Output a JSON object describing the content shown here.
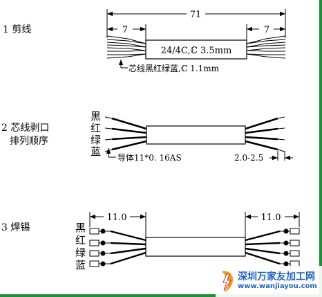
{
  "diagram": {
    "step1": {
      "label": "1 剪线",
      "total_length": "71",
      "strip_left": "7",
      "strip_right": "7",
      "cable_spec": "24/4C,ℂ 3.5mm",
      "core_spec": "芯线黑红绿蓝,ℂ 1.1mm"
    },
    "step2": {
      "label_line1": "2 芯线剥口",
      "label_line2": "排列顺序",
      "colors": [
        "黑",
        "红",
        "绿",
        "蓝"
      ],
      "conductor_spec": "导体11*0. 16AS",
      "strip_length": "2.0-2.5"
    },
    "step3": {
      "label": "3 焊锡",
      "colors": [
        "黑",
        "红",
        "绿",
        "蓝"
      ],
      "left_length": "11.0",
      "right_length": "11.0"
    }
  },
  "watermark": {
    "title": "深圳万家友加工网",
    "url": "www.wanjiayou.com"
  },
  "colors": {
    "frame_border": "#1f8f3a",
    "watermark_text": "#1f62c2",
    "logo_orange": "#f39a1e"
  }
}
